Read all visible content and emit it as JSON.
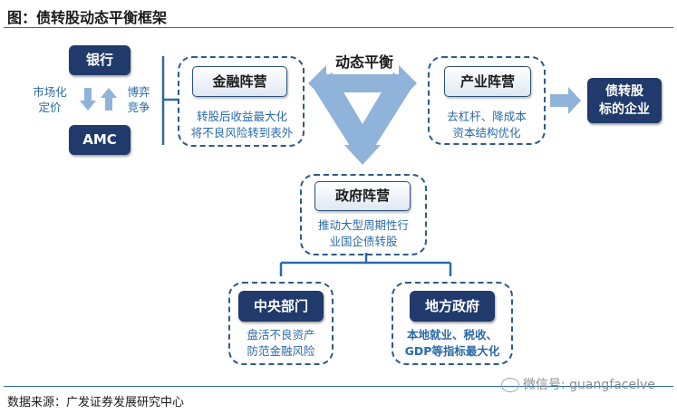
{
  "title": "图：债转股动态平衡框架",
  "banks": {
    "bank": "银行",
    "amc": "AMC",
    "left_label": [
      "市场化",
      "定价"
    ],
    "right_label": [
      "博弈",
      "竞争"
    ]
  },
  "finance": {
    "title": "金融阵营",
    "lines": [
      "转股后收益最大化",
      "将不良风险转到表外"
    ]
  },
  "center_label": "动态平衡",
  "industry": {
    "title": "产业阵营",
    "lines": [
      "去杠杆、降成本",
      "资本结构优化"
    ]
  },
  "outcome": {
    "lines": [
      "债转股",
      "标的企业"
    ]
  },
  "government": {
    "title": "政府阵营",
    "lines": [
      "推动大型周期性行",
      "业国企债转股"
    ]
  },
  "central": {
    "title": "中央部门",
    "lines": [
      "盘活不良资产",
      "防范金融风险"
    ]
  },
  "local": {
    "title": "地方政府",
    "lines": [
      "本地就业、税收、",
      "GDP等指标最大化"
    ]
  },
  "source": "数据来源：广发证券发展研究中心",
  "watermark": "微信号: guangfacelve",
  "colors": {
    "dark_navy": "#1f3a6b",
    "accent_blue": "#2b6aa8",
    "arrow_blue": "#8fb3d9"
  }
}
